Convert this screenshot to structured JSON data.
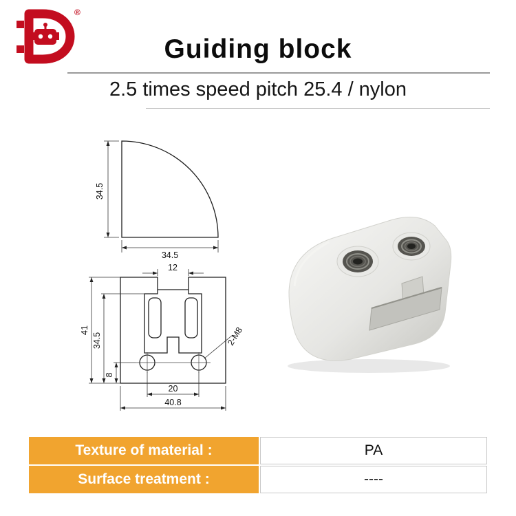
{
  "logo": {
    "registered": "®"
  },
  "header": {
    "title": "Guiding block",
    "subtitle": "2.5 times speed pitch 25.4 / nylon"
  },
  "drawings": {
    "quarter_view": {
      "height": "34.5",
      "width": "34.5"
    },
    "front_view": {
      "slot_width": "12",
      "total_height": "41",
      "upper_height": "34.5",
      "hole_height": "8",
      "hole_spacing": "20",
      "total_width": "40.8",
      "thread_label": "2-M8"
    }
  },
  "spec_table": {
    "rows": [
      {
        "label": "Texture of material :",
        "value": "PA"
      },
      {
        "label": "Surface treatment :",
        "value": "----"
      }
    ]
  },
  "colors": {
    "accent_orange": "#F1A42F",
    "logo_red": "#C30D1F",
    "divider_gray": "#9A9A9A"
  }
}
